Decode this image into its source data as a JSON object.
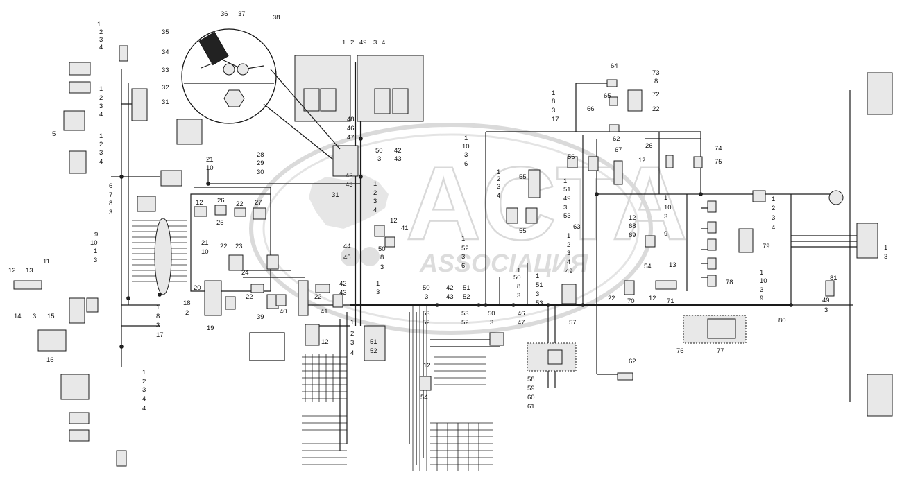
{
  "watermark": {
    "title": "ACTA",
    "subtitle": "ASSOCIAЦИЯ"
  },
  "labels": [
    [
      "1",
      140,
      38
    ],
    [
      "2",
      143,
      49
    ],
    [
      "3",
      143,
      60
    ],
    [
      "4",
      143,
      71
    ],
    [
      "36",
      318,
      23
    ],
    [
      "37",
      343,
      23
    ],
    [
      "38",
      393,
      28
    ],
    [
      "35",
      233,
      49
    ],
    [
      "34",
      233,
      78
    ],
    [
      "33",
      233,
      104
    ],
    [
      "32",
      233,
      129
    ],
    [
      "31",
      233,
      150
    ],
    [
      "1",
      493,
      64
    ],
    [
      "2",
      505,
      64
    ],
    [
      "49",
      518,
      64
    ],
    [
      "3",
      538,
      64
    ],
    [
      "4",
      550,
      64
    ],
    [
      "64",
      880,
      98
    ],
    [
      "73",
      940,
      108
    ],
    [
      "8",
      943,
      120
    ],
    [
      "72",
      940,
      139
    ],
    [
      "22",
      940,
      160
    ],
    [
      "1",
      795,
      137
    ],
    [
      "8",
      795,
      149
    ],
    [
      "3",
      795,
      162
    ],
    [
      "17",
      795,
      175
    ],
    [
      "65",
      870,
      141
    ],
    [
      "66",
      846,
      160
    ],
    [
      "62",
      883,
      203
    ],
    [
      "2",
      143,
      144
    ],
    [
      "3",
      143,
      156
    ],
    [
      "4",
      143,
      168
    ],
    [
      "1",
      143,
      131
    ],
    [
      "5",
      75,
      196
    ],
    [
      "1",
      143,
      199
    ],
    [
      "2",
      143,
      211
    ],
    [
      "3",
      143,
      223
    ],
    [
      "4",
      143,
      236
    ],
    [
      "21",
      297,
      233
    ],
    [
      "10",
      297,
      245
    ],
    [
      "28",
      370,
      226
    ],
    [
      "29",
      370,
      238
    ],
    [
      "30",
      370,
      251
    ],
    [
      "48",
      500,
      175
    ],
    [
      "46",
      500,
      188
    ],
    [
      "47",
      500,
      201
    ],
    [
      "50",
      541,
      220
    ],
    [
      "3",
      544,
      232
    ],
    [
      "42",
      568,
      220
    ],
    [
      "43",
      568,
      232
    ],
    [
      "42",
      498,
      256
    ],
    [
      "43",
      498,
      269
    ],
    [
      "31",
      478,
      284
    ],
    [
      "1",
      669,
      202
    ],
    [
      "10",
      666,
      214
    ],
    [
      "3",
      669,
      226
    ],
    [
      "6",
      669,
      239
    ],
    [
      "56",
      818,
      229
    ],
    [
      "67",
      886,
      219
    ],
    [
      "26",
      930,
      213
    ],
    [
      "12",
      920,
      234
    ],
    [
      "74",
      1030,
      217
    ],
    [
      "75",
      1030,
      236
    ],
    [
      "1",
      716,
      251
    ],
    [
      "2",
      716,
      261
    ],
    [
      "3",
      716,
      272
    ],
    [
      "4",
      716,
      285
    ],
    [
      "55",
      748,
      258
    ],
    [
      "55",
      748,
      336
    ],
    [
      "1",
      812,
      264
    ],
    [
      "51",
      812,
      276
    ],
    [
      "49",
      812,
      289
    ],
    [
      "3",
      812,
      302
    ],
    [
      "53",
      812,
      314
    ],
    [
      "63",
      826,
      330
    ],
    [
      "6",
      157,
      271
    ],
    [
      "7",
      157,
      284
    ],
    [
      "8",
      157,
      296
    ],
    [
      "3",
      157,
      309
    ],
    [
      "12",
      282,
      295
    ],
    [
      "26",
      313,
      292
    ],
    [
      "22",
      340,
      297
    ],
    [
      "27",
      367,
      295
    ],
    [
      "25",
      312,
      324
    ],
    [
      "1",
      538,
      268
    ],
    [
      "2",
      538,
      281
    ],
    [
      "3",
      538,
      293
    ],
    [
      "4",
      538,
      306
    ],
    [
      "12",
      562,
      321
    ],
    [
      "41",
      578,
      332
    ],
    [
      "1",
      957,
      288
    ],
    [
      "10",
      957,
      302
    ],
    [
      "3",
      957,
      315
    ],
    [
      "9",
      957,
      340
    ],
    [
      "12",
      906,
      317
    ],
    [
      "68",
      906,
      329
    ],
    [
      "69",
      906,
      342
    ],
    [
      "1",
      1112,
      290
    ],
    [
      "2",
      1112,
      303
    ],
    [
      "3",
      1112,
      317
    ],
    [
      "4",
      1112,
      331
    ],
    [
      "9",
      136,
      341
    ],
    [
      "10",
      130,
      353
    ],
    [
      "1",
      135,
      365
    ],
    [
      "3",
      135,
      378
    ],
    [
      "11",
      62,
      380
    ],
    [
      "21",
      290,
      353
    ],
    [
      "10",
      290,
      366
    ],
    [
      "22",
      317,
      358
    ],
    [
      "23",
      339,
      358
    ],
    [
      "1",
      665,
      347
    ],
    [
      "52",
      665,
      361
    ],
    [
      "3",
      665,
      373
    ],
    [
      "6",
      665,
      386
    ],
    [
      "44",
      495,
      358
    ],
    [
      "45",
      495,
      374
    ],
    [
      "50",
      545,
      362
    ],
    [
      "8",
      548,
      374
    ],
    [
      "3",
      548,
      388
    ],
    [
      "1",
      817,
      343
    ],
    [
      "2",
      817,
      356
    ],
    [
      "3",
      817,
      368
    ],
    [
      "4",
      817,
      381
    ],
    [
      "49",
      815,
      394
    ],
    [
      "54",
      928,
      387
    ],
    [
      "13",
      964,
      385
    ],
    [
      "79",
      1099,
      358
    ],
    [
      "78",
      1046,
      410
    ],
    [
      "1",
      1274,
      360
    ],
    [
      "3",
      1274,
      373
    ],
    [
      "12",
      12,
      393
    ],
    [
      "13",
      37,
      393
    ],
    [
      "24",
      348,
      396
    ],
    [
      "20",
      279,
      418
    ],
    [
      "22",
      354,
      431
    ],
    [
      "39",
      370,
      460
    ],
    [
      "40",
      403,
      452
    ],
    [
      "22",
      453,
      431
    ],
    [
      "42",
      489,
      412
    ],
    [
      "43",
      489,
      425
    ],
    [
      "1",
      542,
      412
    ],
    [
      "3",
      542,
      424
    ],
    [
      "1",
      745,
      393
    ],
    [
      "50",
      740,
      403
    ],
    [
      "8",
      745,
      416
    ],
    [
      "3",
      745,
      429
    ],
    [
      "1",
      772,
      401
    ],
    [
      "51",
      772,
      414
    ],
    [
      "3",
      772,
      427
    ],
    [
      "53",
      772,
      440
    ],
    [
      "50",
      609,
      418
    ],
    [
      "3",
      612,
      431
    ],
    [
      "42",
      643,
      418
    ],
    [
      "43",
      643,
      431
    ],
    [
      "51",
      667,
      418
    ],
    [
      "52",
      667,
      431
    ],
    [
      "1",
      1095,
      396
    ],
    [
      "10",
      1095,
      408
    ],
    [
      "3",
      1095,
      421
    ],
    [
      "9",
      1095,
      433
    ],
    [
      "22",
      876,
      433
    ],
    [
      "70",
      904,
      437
    ],
    [
      "12",
      935,
      433
    ],
    [
      "71",
      961,
      437
    ],
    [
      "81",
      1196,
      404
    ],
    [
      "49",
      1185,
      436
    ],
    [
      "3",
      1188,
      450
    ],
    [
      "18",
      264,
      440
    ],
    [
      "2",
      267,
      454
    ],
    [
      "19",
      298,
      476
    ],
    [
      "41",
      462,
      452
    ],
    [
      "53",
      609,
      455
    ],
    [
      "52",
      609,
      468
    ],
    [
      "53",
      665,
      455
    ],
    [
      "52",
      665,
      468
    ],
    [
      "50",
      703,
      455
    ],
    [
      "3",
      706,
      468
    ],
    [
      "46",
      746,
      455
    ],
    [
      "47",
      746,
      468
    ],
    [
      "57",
      820,
      468
    ],
    [
      "80",
      1122,
      465
    ],
    [
      "1",
      225,
      446
    ],
    [
      "8",
      225,
      459
    ],
    [
      "3",
      225,
      472
    ],
    [
      "17",
      225,
      486
    ],
    [
      "14",
      20,
      459
    ],
    [
      "3",
      47,
      459
    ],
    [
      "15",
      68,
      459
    ],
    [
      "16",
      67,
      522
    ],
    [
      "1",
      505,
      468
    ],
    [
      "2",
      505,
      484
    ],
    [
      "3",
      505,
      497
    ],
    [
      "4",
      505,
      512
    ],
    [
      "51",
      533,
      496
    ],
    [
      "52",
      533,
      509
    ],
    [
      "12",
      463,
      496
    ],
    [
      "76",
      975,
      509
    ],
    [
      "77",
      1033,
      509
    ],
    [
      "12",
      610,
      530
    ],
    [
      "54",
      606,
      576
    ],
    [
      "62",
      906,
      524
    ],
    [
      "2",
      205,
      553
    ],
    [
      "3",
      205,
      565
    ],
    [
      "4",
      205,
      578
    ],
    [
      "1",
      205,
      540
    ],
    [
      "4",
      205,
      592
    ],
    [
      "58",
      760,
      550
    ],
    [
      "59",
      760,
      563
    ],
    [
      "60",
      760,
      576
    ],
    [
      "61",
      760,
      589
    ]
  ]
}
